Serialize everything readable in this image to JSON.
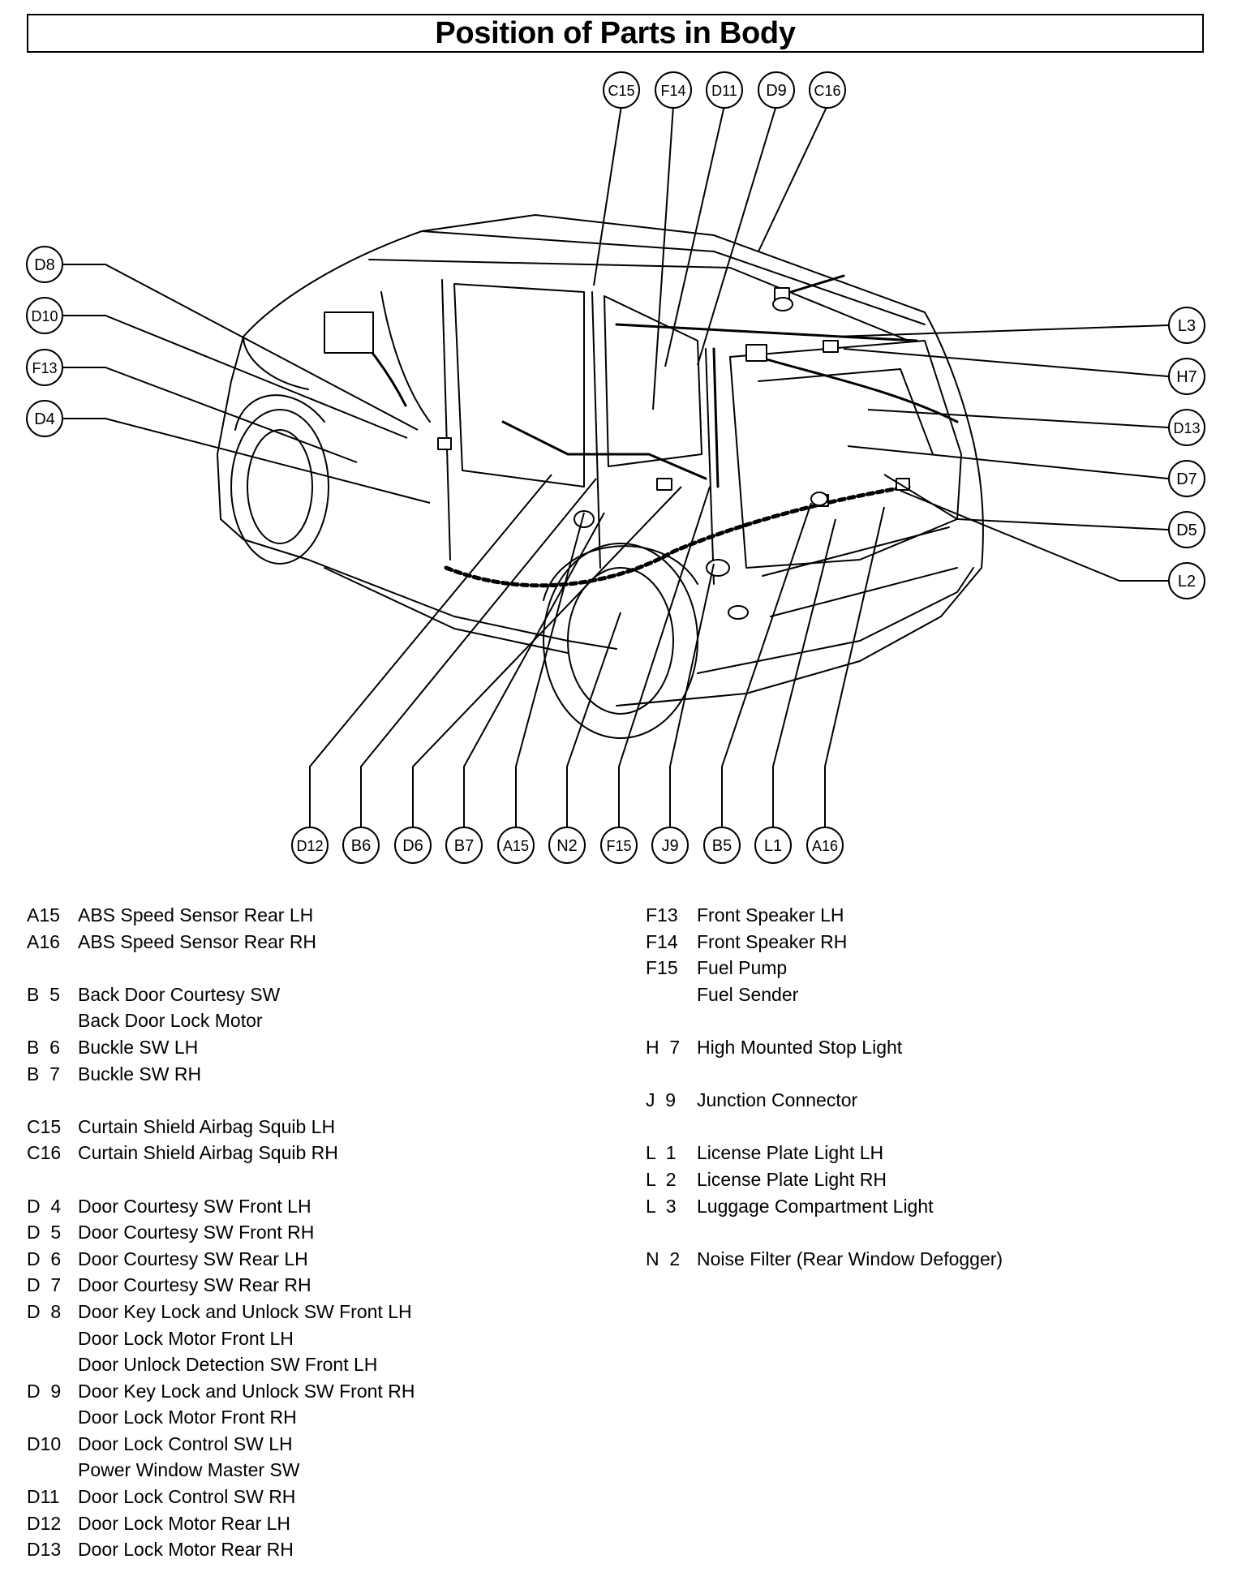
{
  "title": "Position of Parts in Body",
  "callouts": {
    "top": [
      "C15",
      "F14",
      "D11",
      "D9",
      "C16"
    ],
    "left": [
      "D8",
      "D10",
      "F13",
      "D4"
    ],
    "right": [
      "L3",
      "H7",
      "D13",
      "D7",
      "D5",
      "L2"
    ],
    "bottom": [
      "D12",
      "B6",
      "D6",
      "B7",
      "A15",
      "N2",
      "F15",
      "J9",
      "B5",
      "L1",
      "A16"
    ]
  },
  "legend_left": [
    {
      "code": "A15",
      "lines": [
        "ABS Speed Sensor Rear LH"
      ]
    },
    {
      "code": "A16",
      "lines": [
        "ABS Speed Sensor Rear RH"
      ]
    },
    null,
    {
      "code": "B  5",
      "lines": [
        "Back Door Courtesy SW",
        "Back Door Lock Motor"
      ]
    },
    {
      "code": "B  6",
      "lines": [
        "Buckle SW LH"
      ]
    },
    {
      "code": "B  7",
      "lines": [
        "Buckle SW RH"
      ]
    },
    null,
    {
      "code": "C15",
      "lines": [
        "Curtain Shield Airbag Squib LH"
      ]
    },
    {
      "code": "C16",
      "lines": [
        "Curtain Shield Airbag Squib RH"
      ]
    },
    null,
    {
      "code": "D  4",
      "lines": [
        "Door Courtesy SW Front LH"
      ]
    },
    {
      "code": "D  5",
      "lines": [
        "Door Courtesy SW Front RH"
      ]
    },
    {
      "code": "D  6",
      "lines": [
        "Door Courtesy SW Rear LH"
      ]
    },
    {
      "code": "D  7",
      "lines": [
        "Door Courtesy SW Rear RH"
      ]
    },
    {
      "code": "D  8",
      "lines": [
        "Door Key Lock and Unlock SW Front LH",
        "Door Lock Motor Front LH",
        "Door Unlock Detection SW Front LH"
      ]
    },
    {
      "code": "D  9",
      "lines": [
        "Door Key Lock and Unlock SW Front RH",
        "Door Lock Motor Front RH"
      ]
    },
    {
      "code": "D10",
      "lines": [
        "Door Lock Control SW LH",
        "Power Window Master SW"
      ]
    },
    {
      "code": "D11",
      "lines": [
        "Door Lock Control SW RH"
      ]
    },
    {
      "code": "D12",
      "lines": [
        "Door Lock Motor Rear LH"
      ]
    },
    {
      "code": "D13",
      "lines": [
        "Door Lock Motor Rear RH"
      ]
    }
  ],
  "legend_right": [
    {
      "code": "F13",
      "lines": [
        "Front Speaker LH"
      ]
    },
    {
      "code": "F14",
      "lines": [
        "Front Speaker RH"
      ]
    },
    {
      "code": "F15",
      "lines": [
        "Fuel Pump",
        "Fuel Sender"
      ]
    },
    null,
    {
      "code": "H  7",
      "lines": [
        "High Mounted Stop Light"
      ]
    },
    null,
    {
      "code": "J  9",
      "lines": [
        "Junction Connector"
      ]
    },
    null,
    {
      "code": "L  1",
      "lines": [
        "License Plate Light LH"
      ]
    },
    {
      "code": "L  2",
      "lines": [
        "License Plate Light RH"
      ]
    },
    {
      "code": "L  3",
      "lines": [
        "Luggage Compartment Light"
      ]
    },
    null,
    {
      "code": "N  2",
      "lines": [
        "Noise Filter (Rear Window Defogger)"
      ]
    }
  ]
}
